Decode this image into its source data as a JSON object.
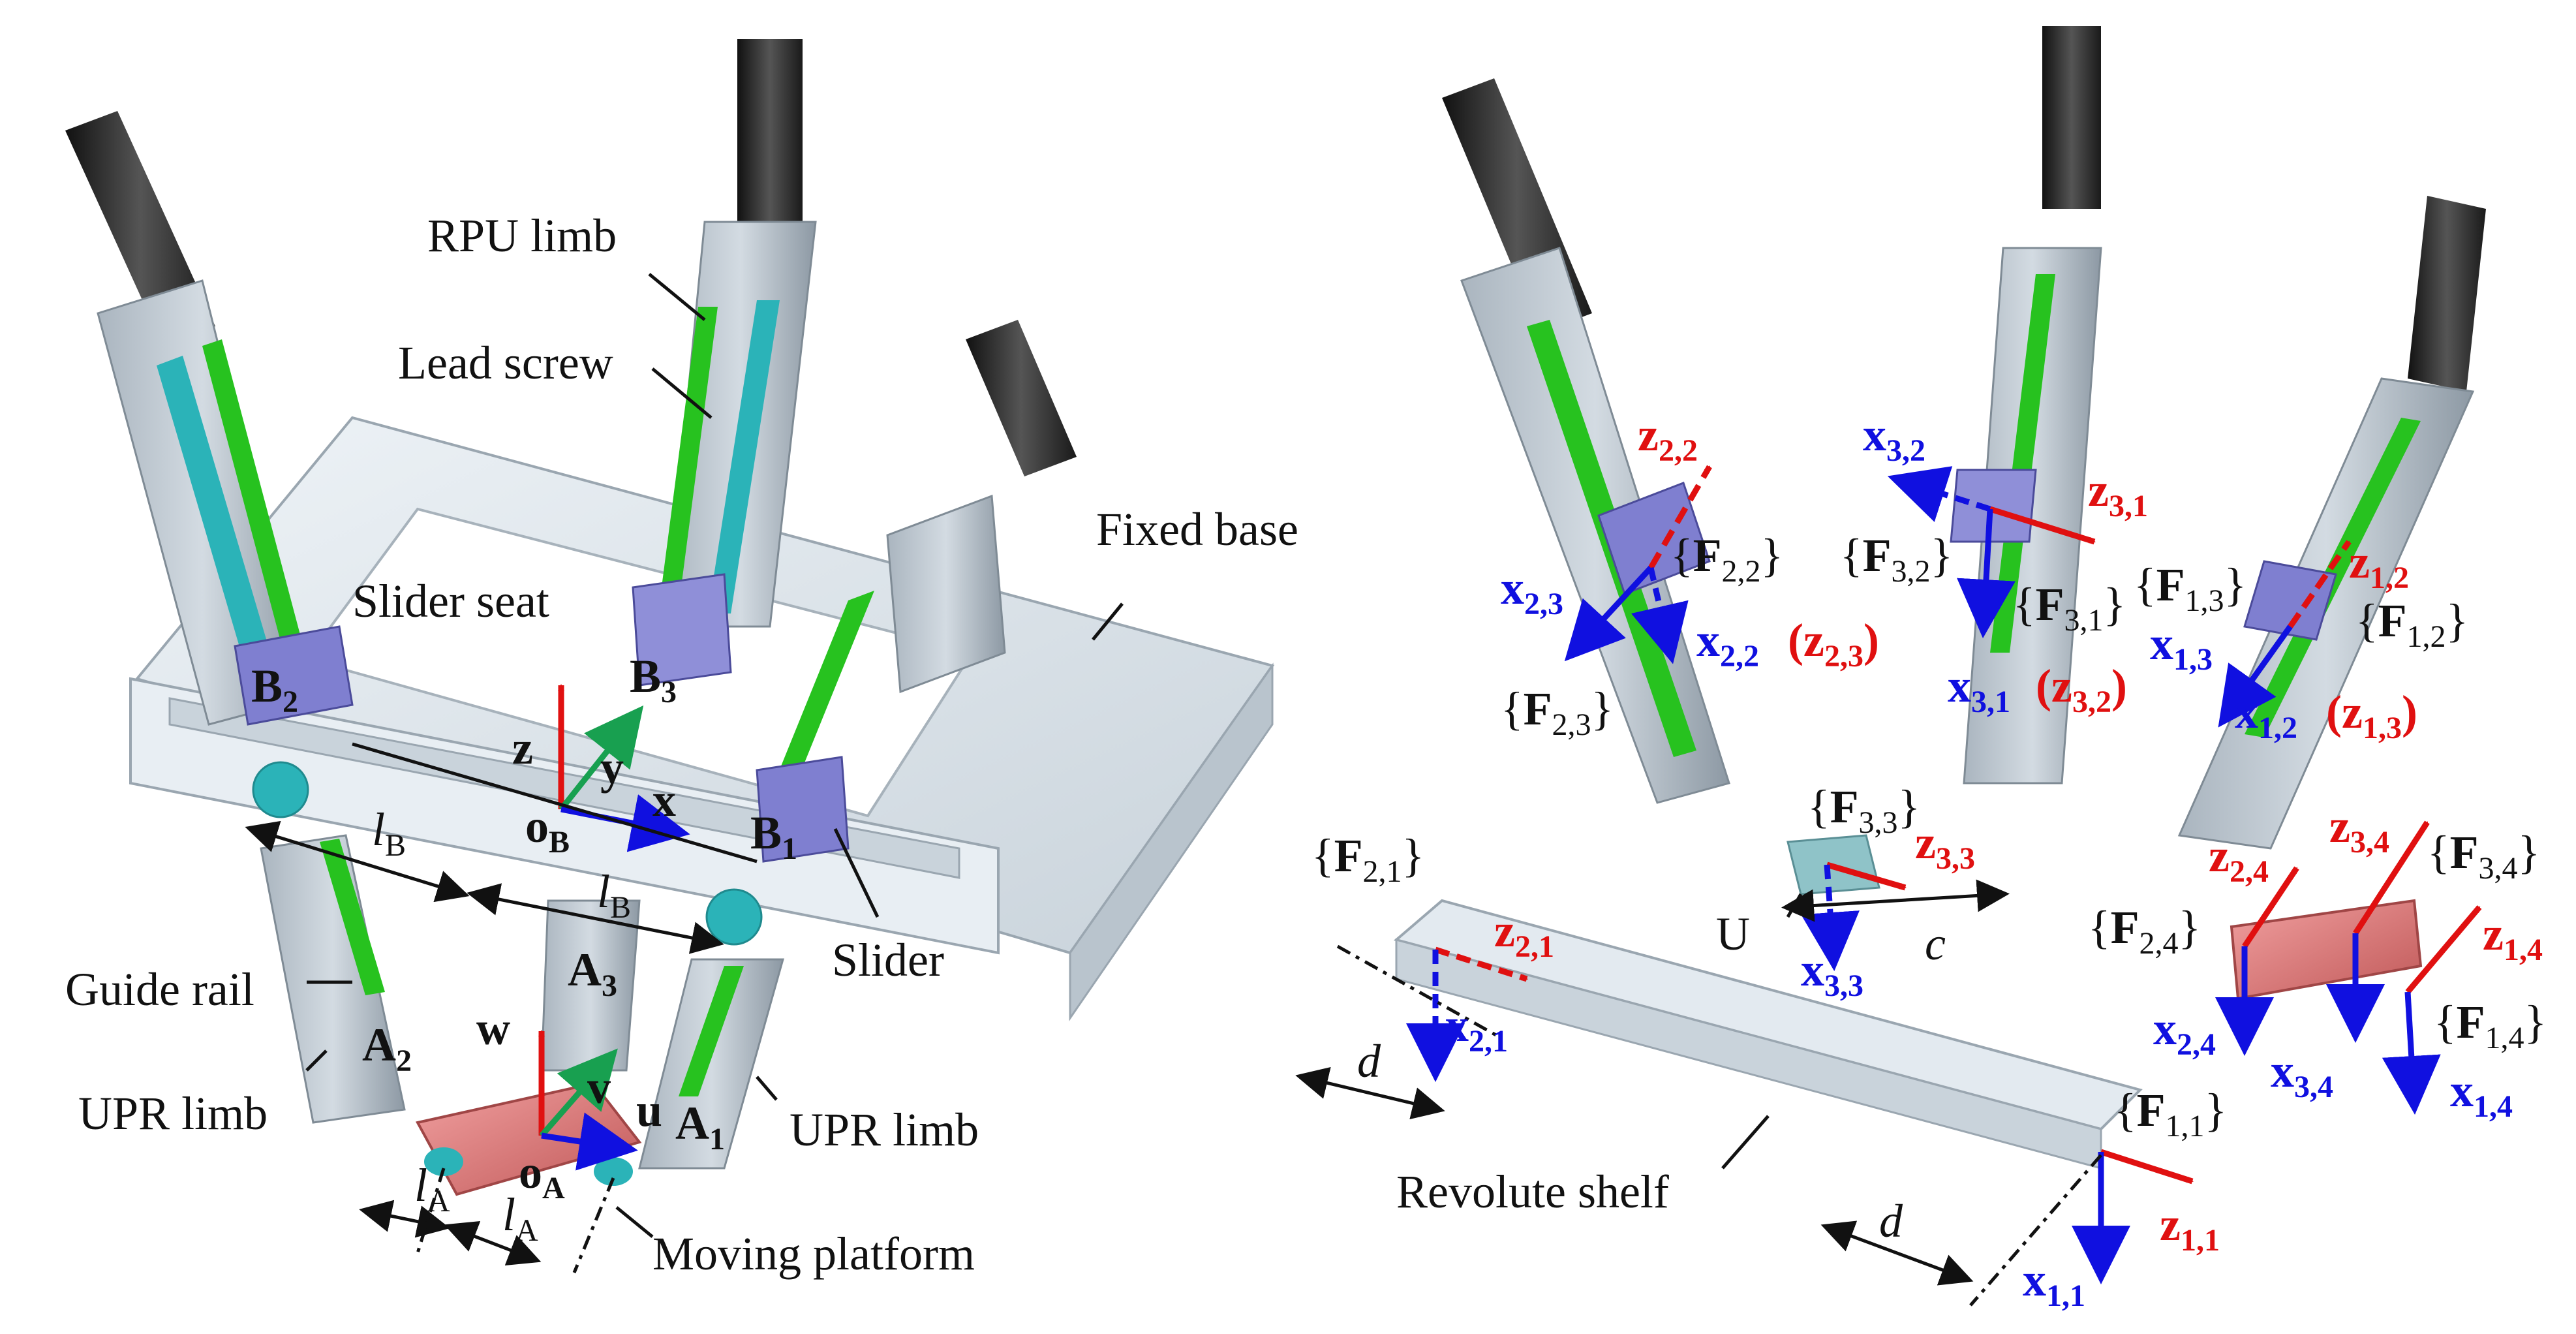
{
  "left_panel": {
    "labels": {
      "rpu_limb": "RPU limb",
      "lead_screw": "Lead screw",
      "fixed_base": "Fixed base",
      "slider_seat": "Slider seat",
      "slider": "Slider",
      "guide_rail": "Guide rail",
      "upr_limb_left": "UPR limb",
      "upr_limb_right": "UPR limb",
      "moving_platform": "Moving platform"
    },
    "points": {
      "B2": {
        "main": "B",
        "sub": "2"
      },
      "B3": {
        "main": "B",
        "sub": "3"
      },
      "B1": {
        "main": "B",
        "sub": "1"
      },
      "oB": {
        "main": "o",
        "sub": "B"
      },
      "A3": {
        "main": "A",
        "sub": "3"
      },
      "A2": {
        "main": "A",
        "sub": "2"
      },
      "A1": {
        "main": "A",
        "sub": "1"
      },
      "oA": {
        "main": "o",
        "sub": "A"
      }
    },
    "axes_base": {
      "z": "z",
      "y": "y",
      "x": "x"
    },
    "axes_platform": {
      "w": "w",
      "v": "v",
      "u": "u"
    },
    "dims": {
      "lB_1": {
        "main": "l",
        "sub": "B"
      },
      "lB_2": {
        "main": "l",
        "sub": "B"
      },
      "lA_1": {
        "main": "l",
        "sub": "A"
      },
      "lA_2": {
        "main": "l",
        "sub": "A"
      }
    }
  },
  "right_panel": {
    "labels": {
      "revolute_shelf": "Revolute shelf",
      "u_joint": "U",
      "c": "c",
      "d1": "d",
      "d2": "d"
    },
    "frames": {
      "F22": {
        "main": "F",
        "sub": "2,2"
      },
      "F23": {
        "main": "F",
        "sub": "2,3"
      },
      "F32": {
        "main": "F",
        "sub": "3,2"
      },
      "F31": {
        "main": "F",
        "sub": "3,1"
      },
      "F13": {
        "main": "F",
        "sub": "1,3"
      },
      "F12": {
        "main": "F",
        "sub": "1,2"
      },
      "F33": {
        "main": "F",
        "sub": "3,3"
      },
      "F21": {
        "main": "F",
        "sub": "2,1"
      },
      "F24": {
        "main": "F",
        "sub": "2,4"
      },
      "F34": {
        "main": "F",
        "sub": "3,4"
      },
      "F14": {
        "main": "F",
        "sub": "1,4"
      },
      "F11": {
        "main": "F",
        "sub": "1,1"
      }
    },
    "axes": {
      "z22": {
        "main": "z",
        "sub": "2,2"
      },
      "x23": {
        "main": "x",
        "sub": "2,3"
      },
      "x22": {
        "main": "x",
        "sub": "2,2"
      },
      "z23": {
        "main": "z",
        "sub": "2,3"
      },
      "x32": {
        "main": "x",
        "sub": "3,2"
      },
      "z31": {
        "main": "z",
        "sub": "3,1"
      },
      "x31": {
        "main": "x",
        "sub": "3,1"
      },
      "z32": {
        "main": "z",
        "sub": "3,2"
      },
      "z12": {
        "main": "z",
        "sub": "1,2"
      },
      "x13": {
        "main": "x",
        "sub": "1,3"
      },
      "x12": {
        "main": "x",
        "sub": "1,2"
      },
      "z13": {
        "main": "z",
        "sub": "1,3"
      },
      "z33": {
        "main": "z",
        "sub": "3,3"
      },
      "x33": {
        "main": "x",
        "sub": "3,3"
      },
      "z21": {
        "main": "z",
        "sub": "2,1"
      },
      "x21": {
        "main": "x",
        "sub": "2,1"
      },
      "z24": {
        "main": "z",
        "sub": "2,4"
      },
      "z34": {
        "main": "z",
        "sub": "3,4"
      },
      "z14": {
        "main": "z",
        "sub": "1,4"
      },
      "x24": {
        "main": "x",
        "sub": "2,4"
      },
      "x34": {
        "main": "x",
        "sub": "3,4"
      },
      "x14": {
        "main": "x",
        "sub": "1,4"
      },
      "z11": {
        "main": "z",
        "sub": "1,1"
      },
      "x11": {
        "main": "x",
        "sub": "1,1"
      }
    }
  },
  "colors": {
    "rail": "#b8c3cc",
    "rail_dark": "#8e9aa5",
    "base": "#dfe6ec",
    "motor": "#2a2a2a",
    "screw": "#27c21f",
    "channel": "#2bb3b8",
    "slider": "#7f7fd0",
    "platform": "#e07a7a",
    "axis_red": "#e01010",
    "axis_blue": "#1010e0",
    "axis_green": "#18a050"
  }
}
